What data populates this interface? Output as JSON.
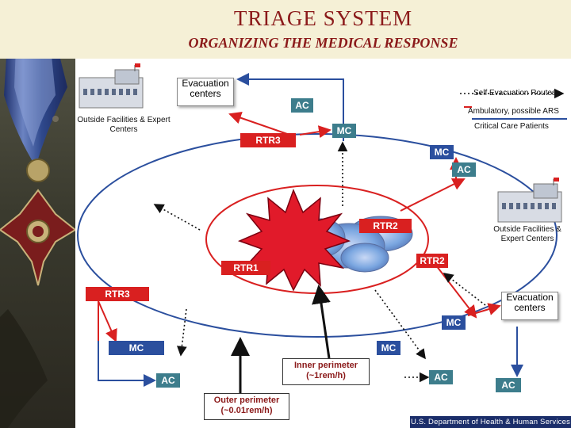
{
  "header": {
    "title": "TRIAGE SYSTEM",
    "subtitle": "ORGANIZING THE MEDICAL RESPONSE"
  },
  "legend": {
    "self_evacuation": "Self Evacuation Routes",
    "ambulatory": "Ambulatory, possible ARS",
    "critical_care": "Critical Care Patients"
  },
  "facilities": {
    "outside_top": "Outside Facilities & Expert Centers",
    "outside_right": "Outside Facilities & Expert Centers"
  },
  "evacuation": {
    "top": "Evacuation centers",
    "right": "Evacuation centers"
  },
  "boxes": {
    "ac_top": "AC",
    "mc_top": "MC",
    "rtr3_top": "RTR3",
    "mc_right_1": "MC",
    "ac_right_1": "AC",
    "rtr2_upper": "RTR2",
    "rtr2_lower": "RTR2",
    "rtr1": "RTR1",
    "rtr3_left": "RTR3",
    "mc_right_2": "MC",
    "mc_left": "MC",
    "mc_bottom": "MC",
    "ac_left": "AC",
    "ac_bottom": "AC",
    "ac_far": "AC"
  },
  "perimeters": {
    "inner_title": "Inner perimeter",
    "inner_value": "(~1rem/h)",
    "outer_title": "Outer perimeter",
    "outer_value": "(~0.01rem/h)"
  },
  "footer": {
    "agency": "U.S. Department of Health & Human Services"
  },
  "colors": {
    "title": "#8b1a1a",
    "red_arrow": "#d92020",
    "blue_arrow": "#2b4f9e",
    "teal_box": "#3d7d8c",
    "red_box": "#d92020"
  }
}
